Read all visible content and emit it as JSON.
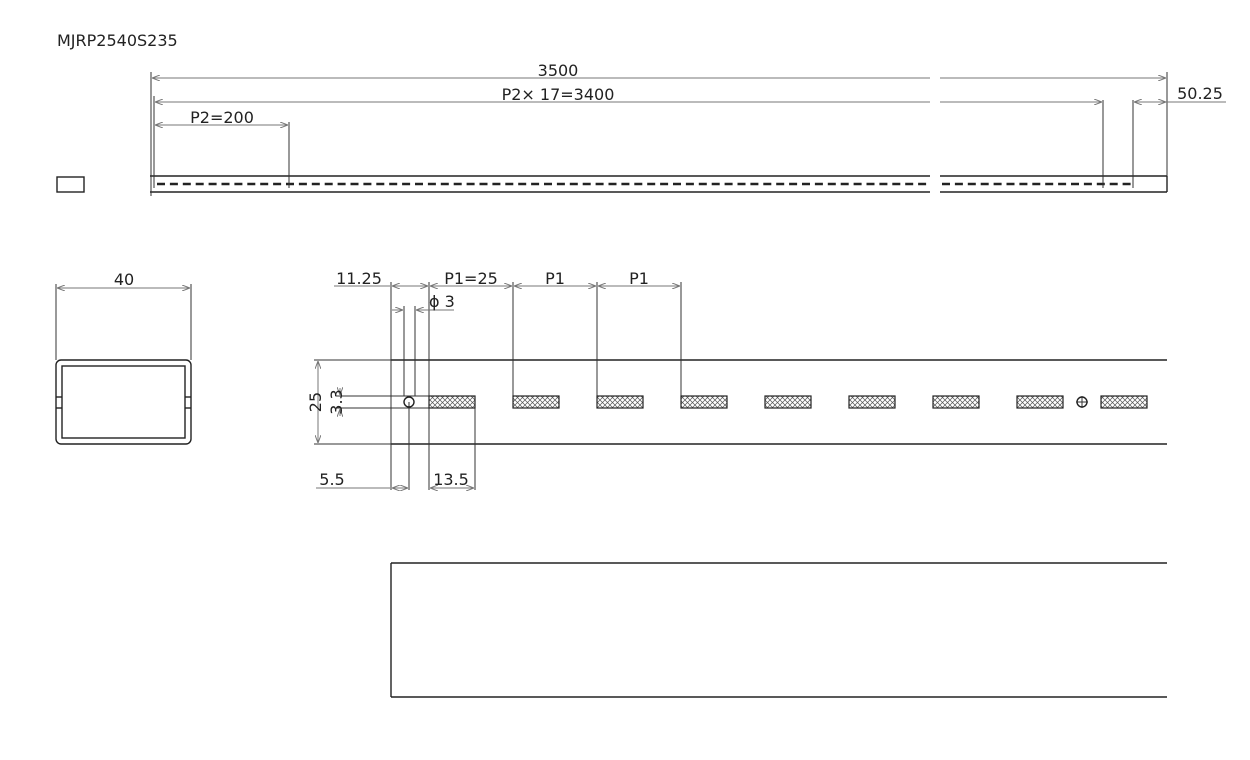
{
  "title": "MJRP2540S235",
  "top_view": {
    "overall_length": "3500",
    "pitch_total": "P2× 17=3400",
    "pitch_p2": "P2=200",
    "end_offset": "50.25"
  },
  "section": {
    "width": "40"
  },
  "detail": {
    "edge_offset": "11.25",
    "pitch_p1": "P1=25",
    "pitch_label_2": "P1",
    "pitch_label_3": "P1",
    "hole_diameter": "ϕ 3",
    "height": "25",
    "slot_height": "3.3",
    "hole_offset": "5.5",
    "slot_length": "13.5"
  },
  "colors": {
    "line": "#222222",
    "dimension": "#777777",
    "hatch": "#555555"
  }
}
